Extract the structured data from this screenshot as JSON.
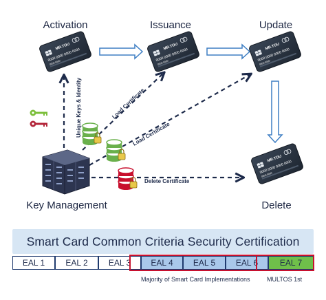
{
  "stages": {
    "activation": "Activation",
    "issuance": "Issuance",
    "update": "Update",
    "delete": "Delete",
    "key_management": "Key Management"
  },
  "card": {
    "name": "MR.TOU",
    "number": "0000 0000 0000 0000",
    "sub": "0000 0000"
  },
  "edges": {
    "unique_keys": "Unique Keys & Identity",
    "load_cert_1": "Load Certificate",
    "load_cert_2": "Load Certificate",
    "delete_cert": "Delete Certificate"
  },
  "certification": {
    "title": "Smart Card Common Criteria Security Certification",
    "levels": [
      "EAL 1",
      "EAL 2",
      "EAL 3",
      "EAL 4",
      "EAL 5",
      "EAL 6",
      "EAL 7"
    ],
    "note_mid": "Majority of Smart Card Implementations",
    "note_top": "MULTOS 1st"
  },
  "colors": {
    "navy": "#1d2a4a",
    "arrow_blue": "#3f7fc4",
    "card_dark": "#2a3442",
    "mid_fill": "#a9c8ea",
    "top_fill": "#6fbf4a",
    "frame_red": "#c8102e",
    "coin_green": "#6ab04c",
    "coin_red": "#c8102e"
  },
  "icons": {
    "card": "smart-card-icon",
    "server": "server-rack-icon",
    "key": "key-icon",
    "coins": "coin-stack-icon",
    "lock": "padlock-icon"
  }
}
